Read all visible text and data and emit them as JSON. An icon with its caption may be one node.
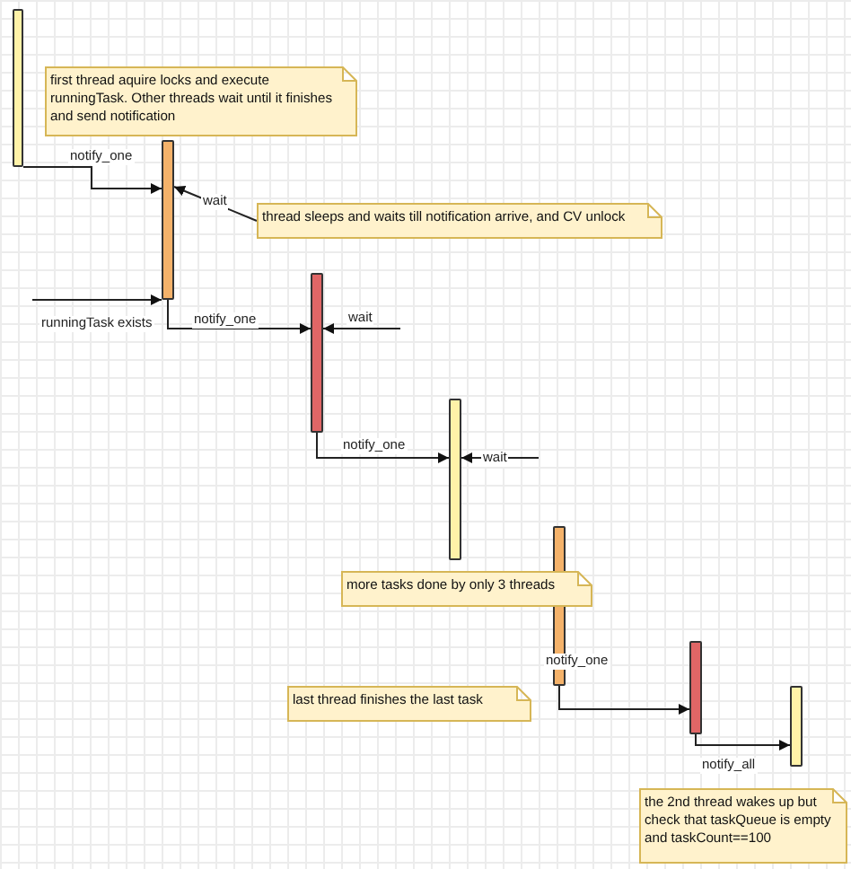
{
  "diagram": {
    "nodes": [
      {
        "text": [],
        "shape": "bar"
      },
      {
        "text": [
          "first thread aquire locks and execute runningTask. Other threads wait until it finishes and send notification"
        ]
      },
      {
        "text": [],
        "shape": "bar"
      },
      {
        "text": [
          "thread sleeps and waits till notification arrive, and CV unlock"
        ]
      },
      {
        "text": [],
        "shape": "bar"
      },
      {
        "text": [],
        "shape": "bar"
      },
      {
        "text": [],
        "shape": "bar"
      },
      {
        "text": [
          "more tasks done by only 3 threads"
        ]
      },
      {
        "text": [],
        "shape": "bar"
      },
      {
        "text": [
          "last thread finishes the last task"
        ]
      },
      {
        "text": [],
        "shape": "bar"
      },
      {
        "text": [
          "the 2nd thread wakes up but check that taskQueue is empty and taskCount==100"
        ]
      }
    ],
    "edges": [
      {
        "from": 0,
        "to": 2,
        "arrow": "to",
        "label": "notify_one"
      },
      {
        "from": 3,
        "to": 2,
        "arrow": "to",
        "label": "wait"
      },
      {
        "from": null,
        "to": 2,
        "arrow": "to",
        "label": "runningTask exists"
      },
      {
        "from": 2,
        "to": 4,
        "arrow": "to",
        "label": "notify_one"
      },
      {
        "from": null,
        "to": 4,
        "arrow": "to",
        "label": "wait"
      },
      {
        "from": 4,
        "to": 5,
        "arrow": "to",
        "label": "notify_one"
      },
      {
        "from": null,
        "to": 5,
        "arrow": "to",
        "label": "wait"
      },
      {
        "from": 6,
        "to": 8,
        "arrow": "to",
        "label": "notify_one"
      },
      {
        "from": 8,
        "to": 10,
        "arrow": "to",
        "label": "notify_all"
      }
    ]
  }
}
